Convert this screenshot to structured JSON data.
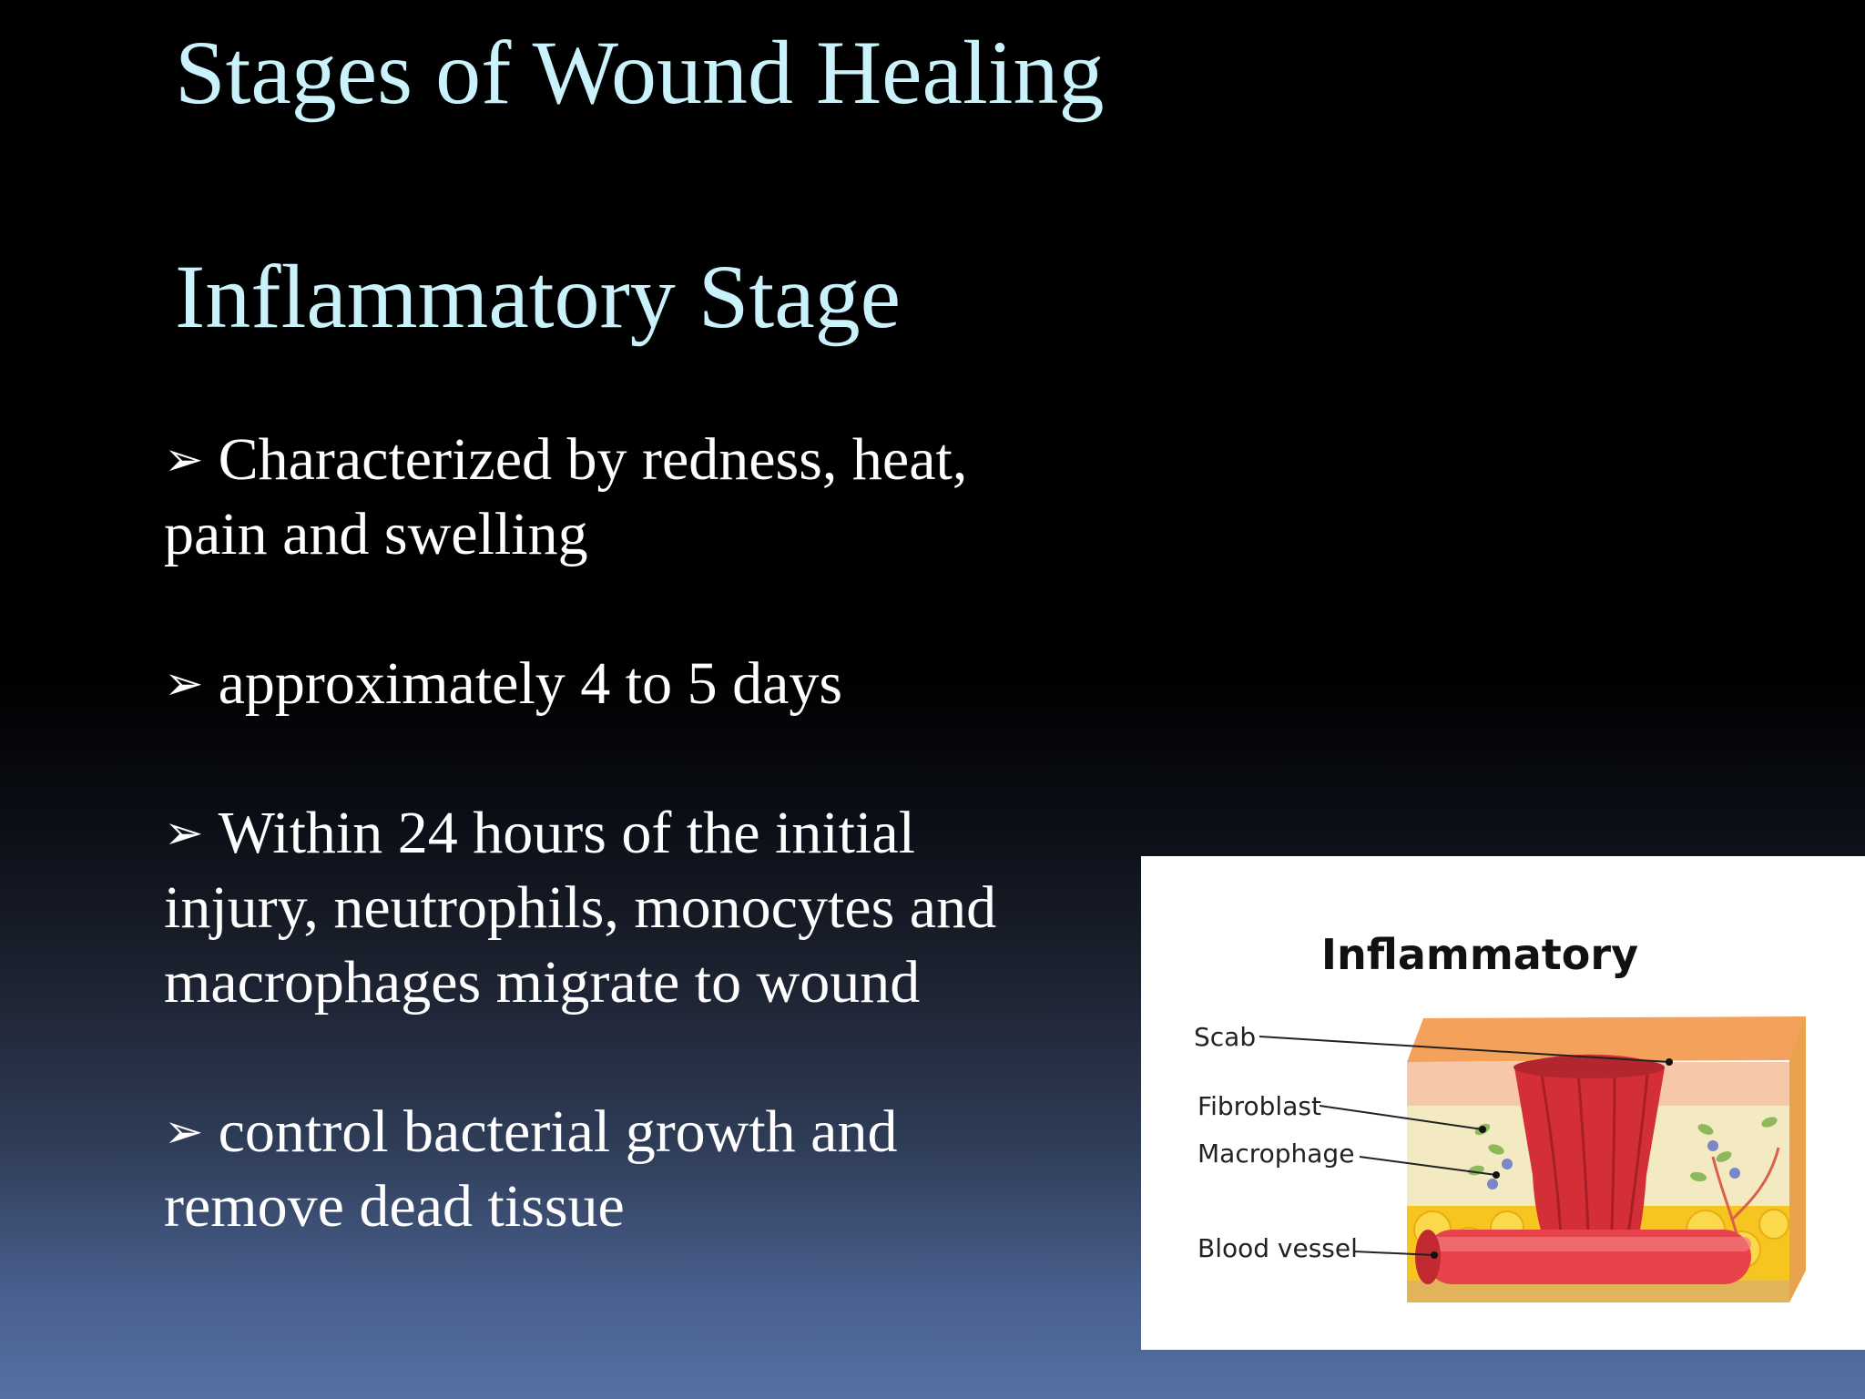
{
  "slide": {
    "title": "Stages of Wound Healing",
    "stage_heading": "Inflammatory Stage",
    "bullets": [
      "Characterized by redness, heat, pain and   swelling",
      "approximately 4 to 5 days",
      "Within 24 hours of the initial injury, neutrophils, monocytes and macrophages migrate to wound",
      "control bacterial growth and remove dead tissue"
    ],
    "bullet_icon": "arrowhead-bullet-icon"
  },
  "illustration": {
    "title": "Inflammatory",
    "labels": {
      "scab": "Scab",
      "fibroblast": "Fibroblast",
      "macrophage": "Macrophage",
      "blood_vessel": "Blood vessel"
    }
  },
  "colors": {
    "heading": "#c9f2fb",
    "body_text": "#ffffff",
    "background_top": "#000000",
    "background_bottom": "#5670a2",
    "scab": "#d42f37",
    "vessel": "#e8434a",
    "fat": "#f7c520"
  }
}
